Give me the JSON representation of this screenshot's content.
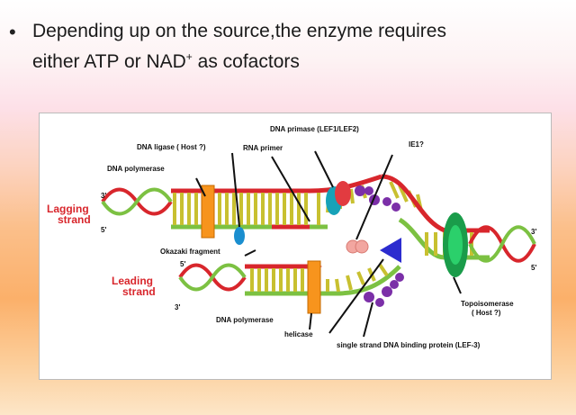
{
  "slide": {
    "bullet": "•",
    "text_line1": "Depending up on the source,the enzyme requires",
    "text_line2_a": "either ATP or NAD",
    "text_line2_sup": "+",
    "text_line2_b": " as cofactors"
  },
  "diagram": {
    "labels": {
      "dna_primase": "DNA primase (LEF1/LEF2)",
      "dna_ligase": "DNA ligase ( Host ?)",
      "rna_primer": "RNA primer",
      "ie1": "IE1?",
      "dna_polymerase_top": "DNA polymerase",
      "lagging_1": "Lagging",
      "lagging_2": "strand",
      "okazaki": "Okazaki fragment",
      "leading_1": "Leading",
      "leading_2": "strand",
      "dna_polymerase_bottom": "DNA polymerase",
      "helicase": "helicase",
      "ssb": "single strand DNA binding protein (LEF-3)",
      "topo_1": "Topoisomerase",
      "topo_2": "( Host ?)",
      "three_prime_lag_left": "3'",
      "five_prime_lag_left": "5'",
      "five_prime_lead_left": "5'",
      "three_prime_lead_left": "3'",
      "three_prime_right": "3'",
      "five_prime_right": "5'"
    },
    "colors": {
      "strand_red": "#d8262c",
      "strand_green": "#7cc142",
      "polymerase_orange": "#f7941d",
      "primase_teal": "#17a2b8",
      "ssb_purple": "#7b2fa8",
      "helicase_blue": "#2c2ccf",
      "topoisomerase_green": "#1a9c4a",
      "rungs_yellow": "#c8c030"
    }
  }
}
